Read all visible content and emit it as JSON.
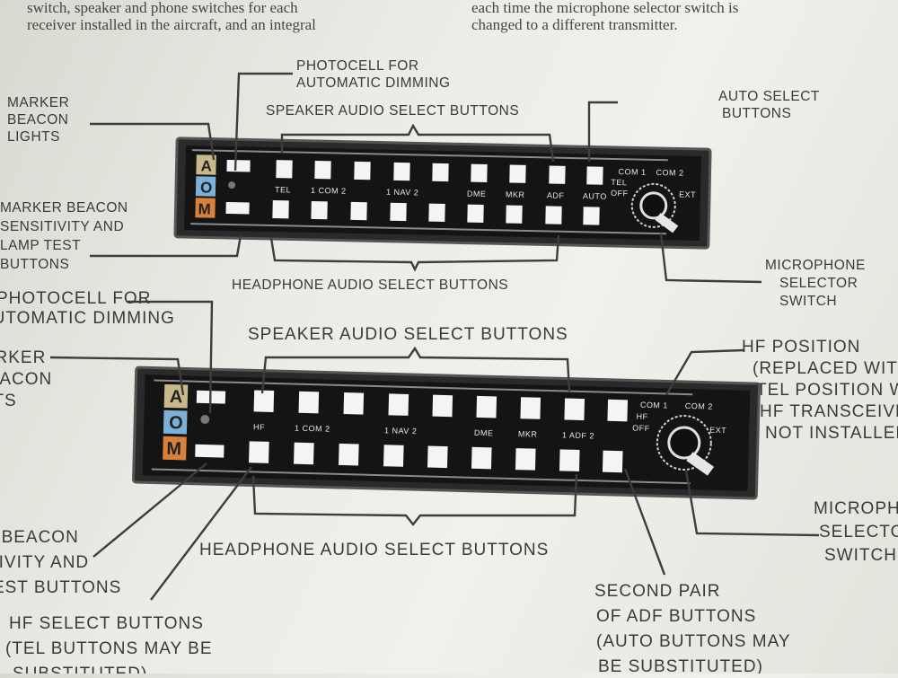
{
  "top_text": {
    "left_line1": "switch, speaker and phone switches for each",
    "left_line2": "receiver installed in the aircraft, and an integral",
    "right_line1": "each time the microphone selector switch is",
    "right_line2": "changed to a different transmitter."
  },
  "panel1": {
    "callouts": {
      "photocell": [
        "PHOTOCELL FOR",
        "AUTOMATIC DIMMING"
      ],
      "marker_lights": [
        "MARKER",
        "BEACON",
        "LIGHTS"
      ],
      "speaker": "SPEAKER AUDIO SELECT BUTTONS",
      "auto_select": [
        "AUTO SELECT",
        "BUTTONS"
      ],
      "sensitivity": [
        "MARKER BEACON",
        "SENSITIVITY AND",
        "LAMP TEST",
        "BUTTONS"
      ],
      "headphone": "HEADPHONE AUDIO SELECT BUTTONS",
      "mic_selector": [
        "MICROPHONE",
        "SELECTOR",
        "SWITCH"
      ]
    },
    "labels": [
      "TEL",
      "1  COM  2",
      "1  NAV  2",
      "DME",
      "MKR",
      "ADF",
      "AUTO"
    ],
    "markers": [
      "A",
      "O",
      "M"
    ],
    "switch_labels": [
      "COM 1",
      "COM 2",
      "TEL",
      "OFF",
      "EXT"
    ]
  },
  "panel2": {
    "callouts": {
      "photocell": [
        "PHOTOCELL FOR",
        "AUTOMATIC DIMMING"
      ],
      "marker_lights": [
        "MARKER",
        "BEACON",
        "LIGHTS"
      ],
      "speaker": "SPEAKER AUDIO SELECT BUTTONS",
      "hf_position": [
        "HF POSITION",
        "(REPLACED WITH",
        "TEL POSITION WHEN",
        "HF TRANSCEIVER",
        "NOT INSTALLED)"
      ],
      "sensitivity": [
        "MARKER BEACON",
        "SENSITIVITY AND",
        "LAMP TEST BUTTONS"
      ],
      "headphone": "HEADPHONE AUDIO SELECT BUTTONS",
      "hf_select": [
        "HF SELECT BUTTONS",
        "(TEL BUTTONS MAY BE",
        "SUBSTITUTED)"
      ],
      "second_adf": [
        "SECOND PAIR",
        "OF ADF BUTTONS",
        "(AUTO BUTTONS MAY",
        "BE SUBSTITUTED)"
      ],
      "mic_selector": [
        "MICROPHONE",
        "SELECTOR",
        "SWITCH"
      ]
    },
    "labels": [
      "HF",
      "1  COM  2",
      "1  NAV  2",
      "DME",
      "MKR",
      "1  ADF  2"
    ],
    "markers": [
      "A",
      "O",
      "M"
    ],
    "switch_labels": [
      "COM 1",
      "COM 2",
      "HF",
      "OFF",
      "EXT"
    ]
  },
  "colors": {
    "marker_A": "#c9b98a",
    "marker_O": "#7db0d6",
    "marker_M": "#d9803a",
    "panel": "#1c1c1c"
  }
}
